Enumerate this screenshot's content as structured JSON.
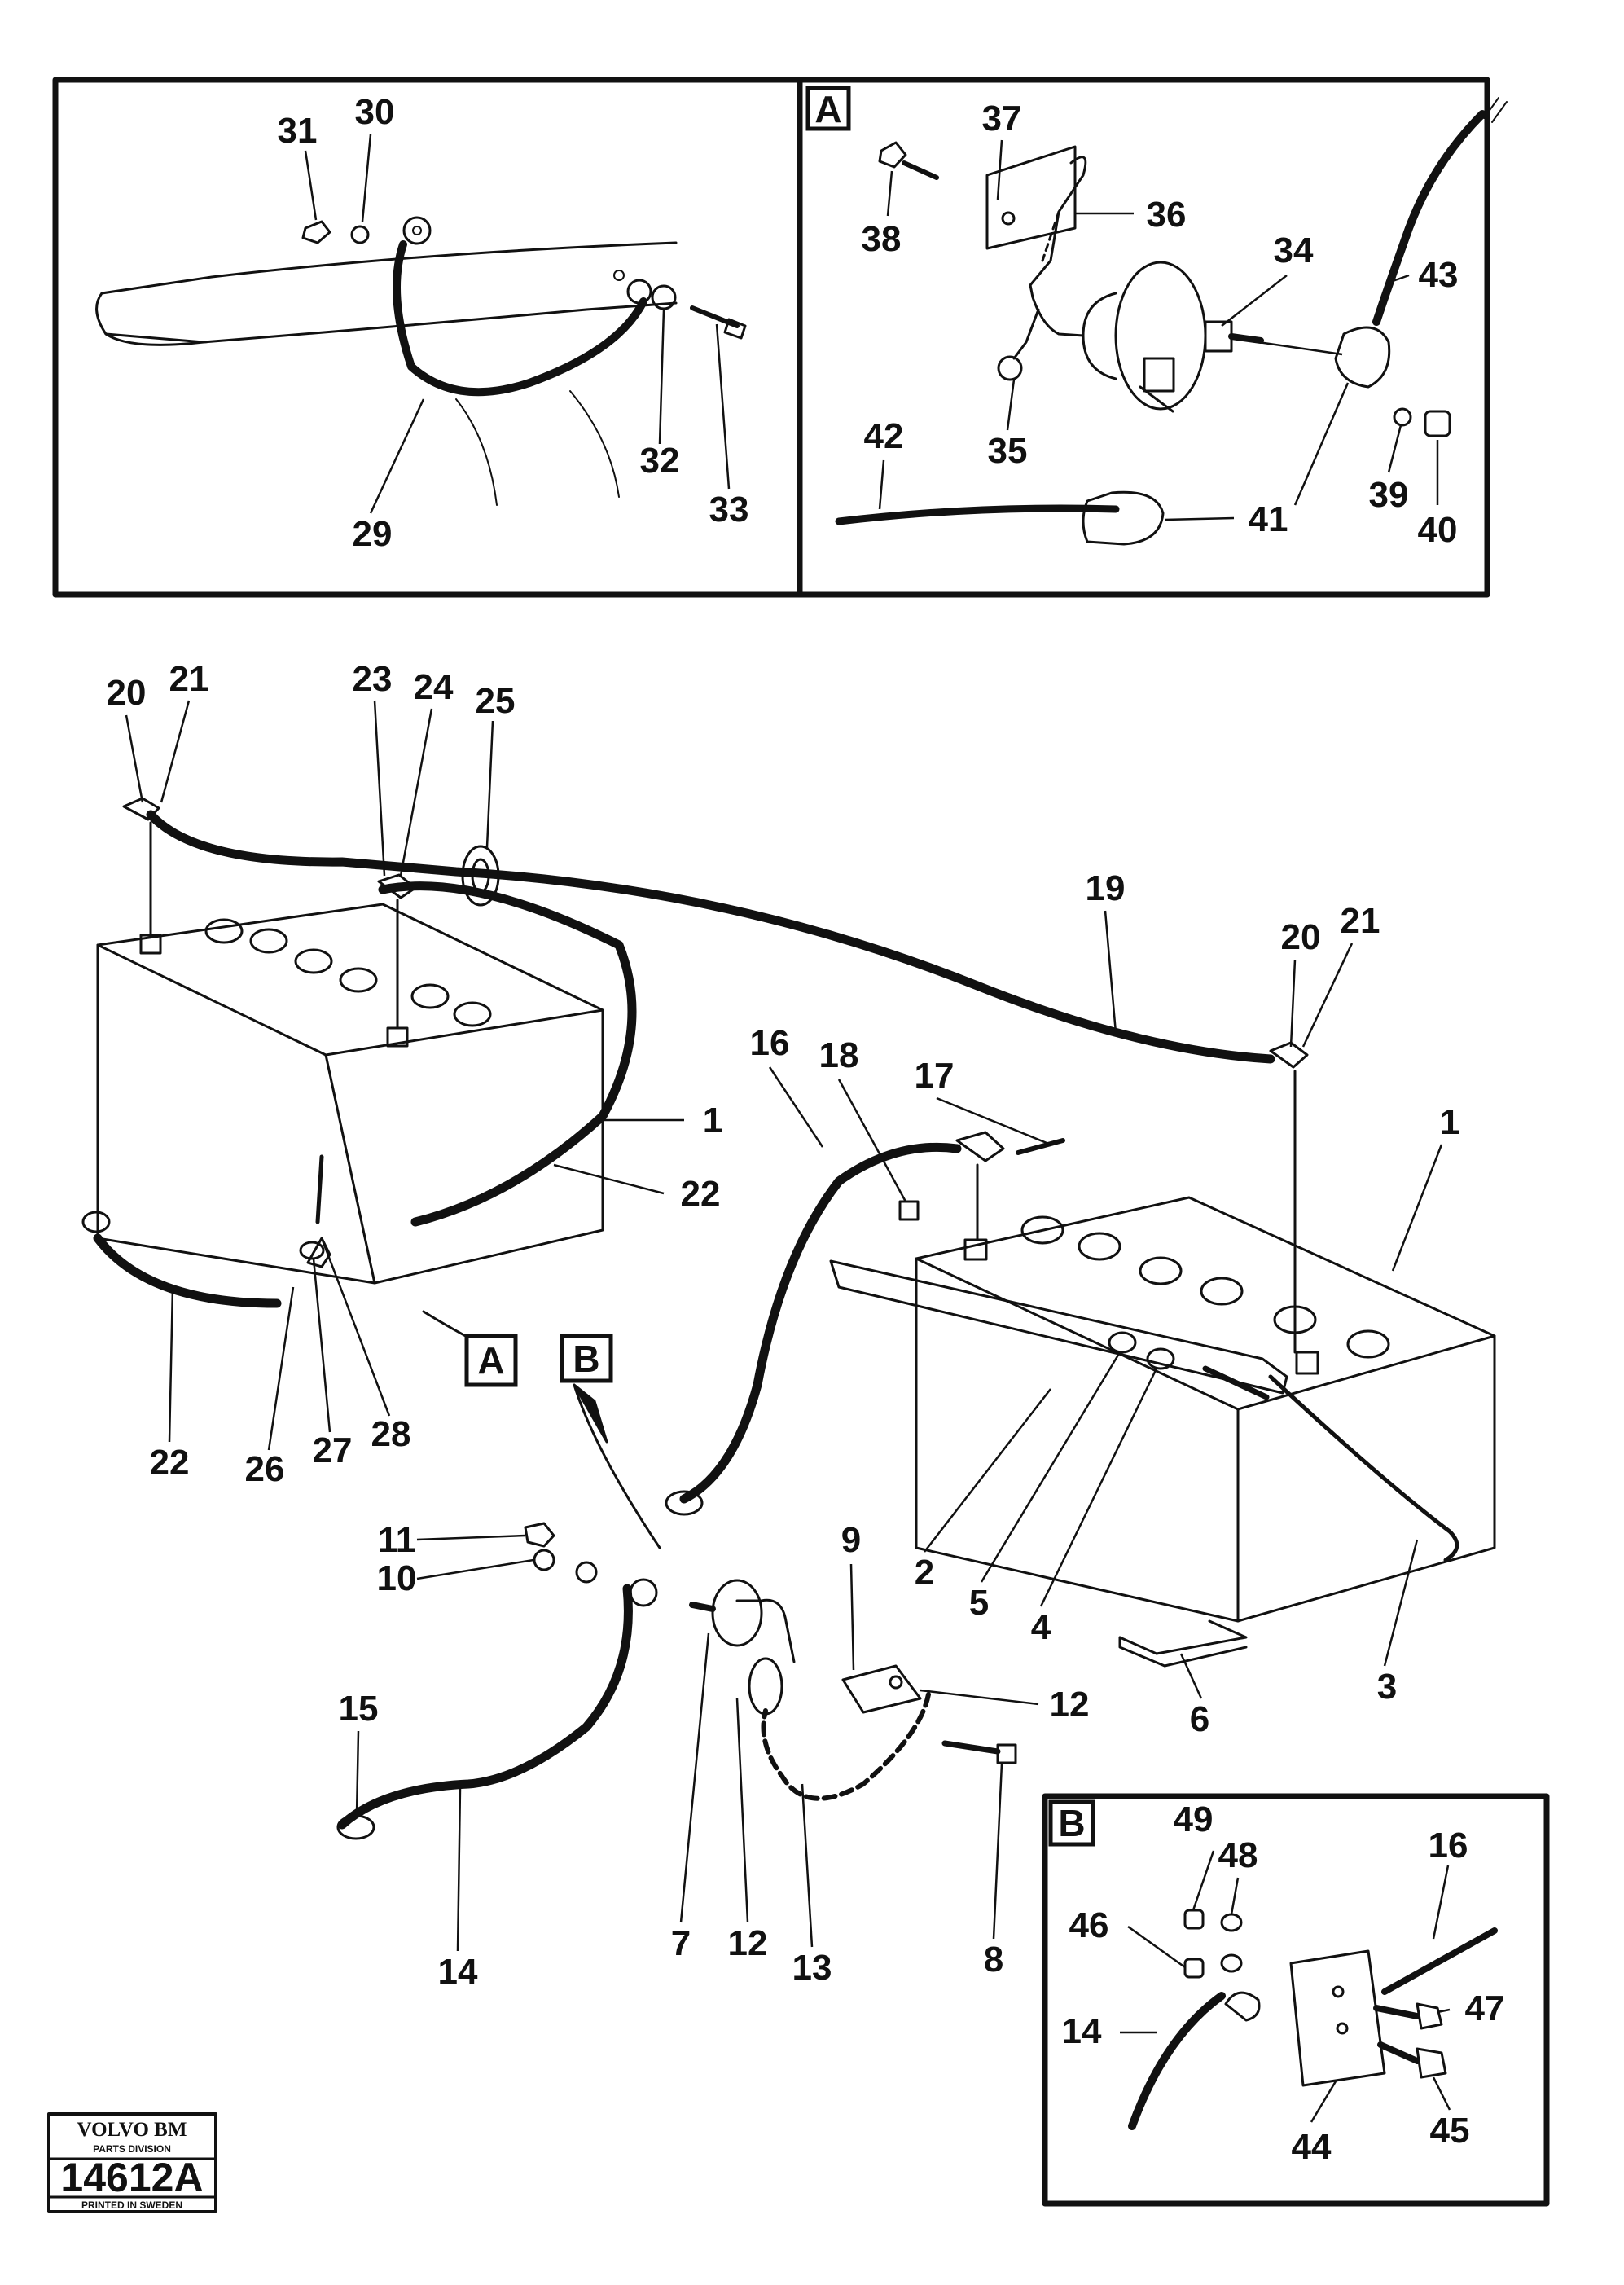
{
  "detail_a": {
    "letter": "A",
    "labels": [
      "31",
      "30",
      "29",
      "32",
      "33",
      "37",
      "36",
      "38",
      "34",
      "43",
      "35",
      "42",
      "41",
      "39",
      "40"
    ]
  },
  "main": {
    "callout_a": "A",
    "callout_b": "B",
    "labels": [
      "20",
      "21",
      "23",
      "24",
      "25",
      "19",
      "20",
      "21",
      "1",
      "22",
      "16",
      "18",
      "17",
      "1",
      "22",
      "26",
      "27",
      "28",
      "2",
      "5",
      "4",
      "3",
      "6",
      "11",
      "10",
      "9",
      "12",
      "15",
      "14",
      "7",
      "12",
      "13",
      "8"
    ]
  },
  "detail_b": {
    "letter": "B",
    "labels": [
      "49",
      "48",
      "16",
      "46",
      "47",
      "14",
      "44",
      "45"
    ]
  },
  "logo": {
    "brand": "VOLVO BM",
    "division": "PARTS DIVISION",
    "code": "14612A",
    "printed": "PRINTED IN SWEDEN"
  }
}
